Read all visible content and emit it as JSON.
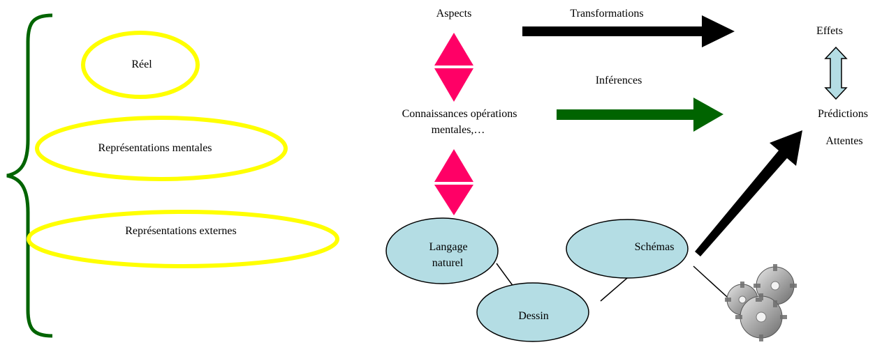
{
  "levels": {
    "reel": "Réel",
    "mentales": "Représentations mentales",
    "externes": "Représentations externes"
  },
  "nodes": {
    "aspects": "Aspects",
    "connaissances_line1": "Connaissances opérations",
    "connaissances_line2": "mentales,…",
    "effets": "Effets",
    "predictions": "Prédictions",
    "attentes": "Attentes",
    "langage_line1": "Langage",
    "langage_line2": "naturel",
    "dessin": "Dessin",
    "schemas": "Schémas"
  },
  "arrows": {
    "transformations": "Transformations",
    "inferences": "Inférences"
  },
  "colors": {
    "yellow_outline": "#ffff00",
    "brace_green": "#006400",
    "inference_green": "#006400",
    "magenta": "#ff0066",
    "ellipse_fill": "#b4dde4",
    "double_arrow_fill": "#b4dde4",
    "black": "#000000",
    "gear_gray": "#9a9a9a"
  },
  "icons": {
    "gears": "gears-icon"
  }
}
